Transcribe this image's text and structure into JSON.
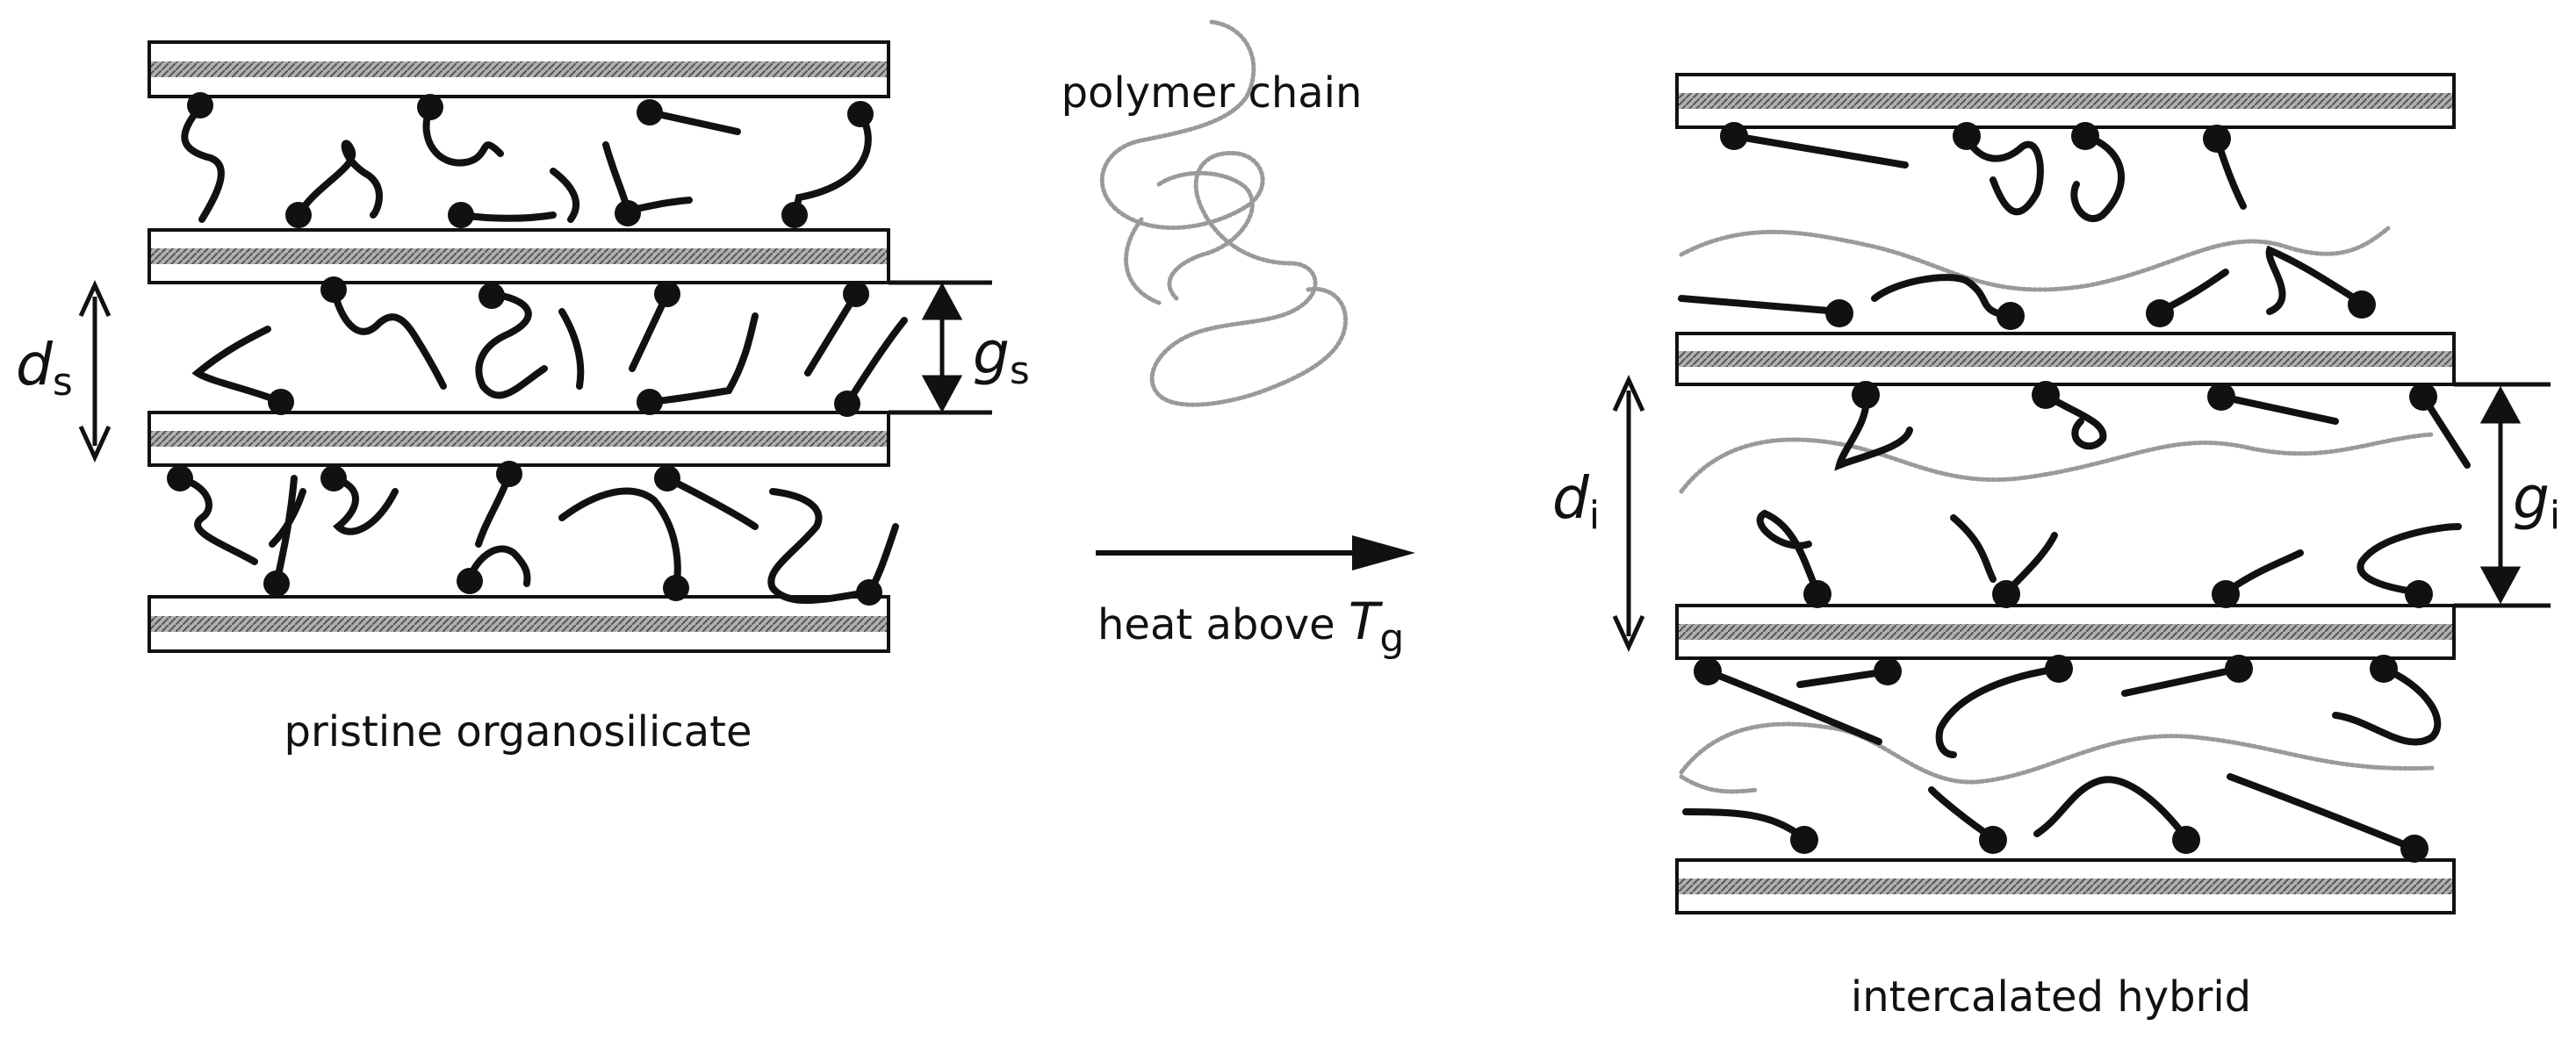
{
  "left_panel": {
    "caption": "pristine organosilicate",
    "spacing_symbol": "d",
    "spacing_subscript": "s",
    "gallery_symbol": "g",
    "gallery_subscript": "s"
  },
  "center": {
    "chain_label": "polymer chain",
    "arrow_prefix": "heat above ",
    "temp_symbol": "T",
    "temp_subscript": "g"
  },
  "right_panel": {
    "caption": "intercalated hybrid",
    "spacing_symbol": "d",
    "spacing_subscript": "i",
    "gallery_symbol": "g",
    "gallery_subscript": "i"
  },
  "colors": {
    "ink": "#111111",
    "layer_fill": "#ffffff",
    "layer_core": "#8a8a8a",
    "polymer": "#9a9a9a"
  }
}
